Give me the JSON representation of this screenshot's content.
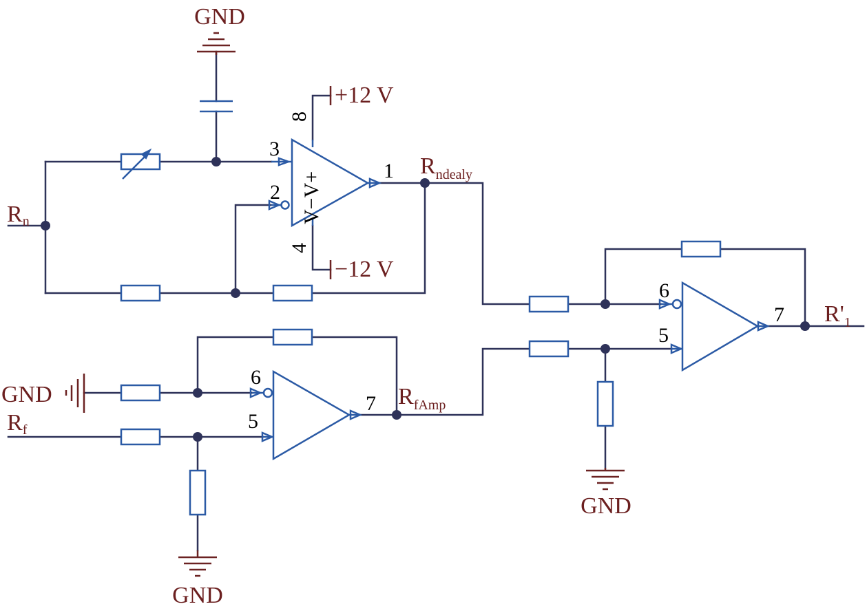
{
  "labels": {
    "gnd": "GND",
    "vpos": "+12 V",
    "vneg": "−12 V",
    "rn_main": "R",
    "rn_sub": "n",
    "rndealy_main": "R",
    "rndealy_sub": "ndealy",
    "rf_main": "R",
    "rf_sub": "f",
    "rfamp_main": "R",
    "rfamp_sub": "fAmp",
    "r1_main": "R'",
    "r1_sub": "1"
  },
  "opamp1": {
    "pin_noninv": "3",
    "pin_inv": "2",
    "pin_out": "1",
    "pin_vplus": "8",
    "pin_vminus": "4",
    "supply_text": "V−V+"
  },
  "opamp2": {
    "pin_inv": "6",
    "pin_noninv": "5",
    "pin_out": "7"
  },
  "opamp3": {
    "pin_inv": "6",
    "pin_noninv": "5",
    "pin_out": "7"
  }
}
